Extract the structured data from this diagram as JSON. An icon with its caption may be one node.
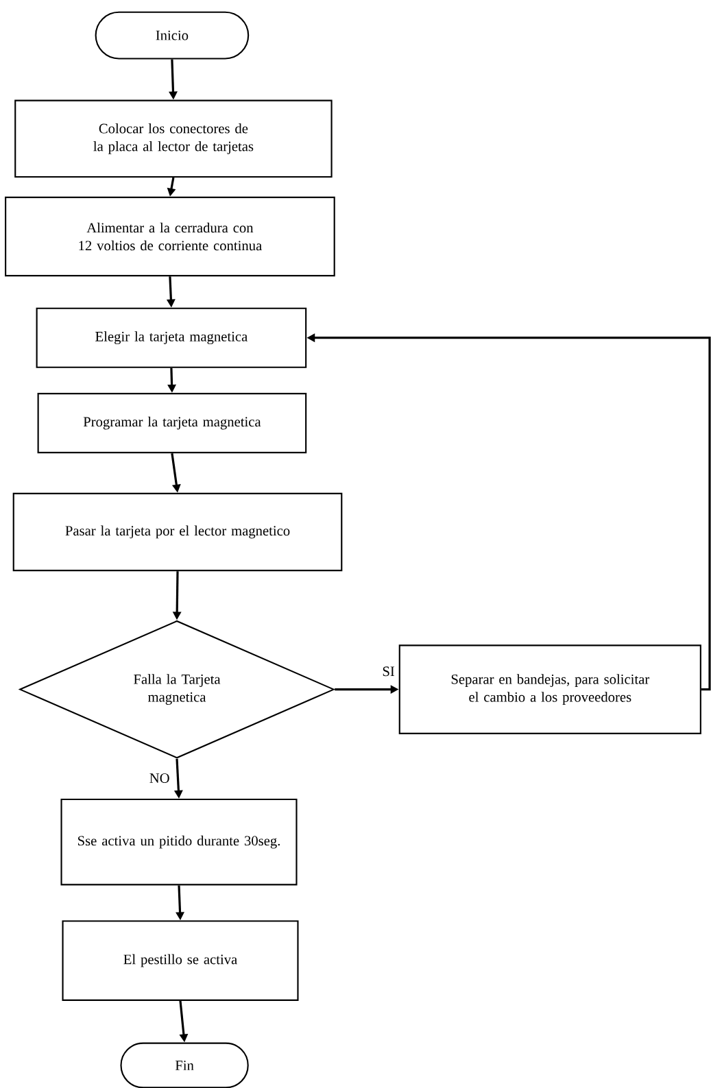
{
  "diagram": {
    "nodes": [
      {
        "text": [
          "Inicio"
        ]
      },
      {
        "text": [
          "Colocar los conectores de la placa al lector de tarjetas"
        ]
      },
      {
        "text": [
          "Alimentar a la cerradura con 12 voltios de corriente continua"
        ]
      },
      {
        "text": [
          "Elegir la tarjeta magnetica"
        ]
      },
      {
        "text": [
          "Programar la tarjeta magnetica"
        ]
      },
      {
        "text": [
          "Pasar la tarjeta por el lector magnetico"
        ]
      },
      {
        "text": [
          "Falla la Tarjeta magnetica"
        ]
      },
      {
        "text": [
          "Separar en bandejas, para solicitar el cambio a los proveedores"
        ]
      },
      {
        "text": [
          "Sse activa un pitido durante 30seg."
        ]
      },
      {
        "text": [
          "El pestillo se activa"
        ]
      },
      {
        "text": [
          "Fin"
        ]
      }
    ],
    "edges": [
      {
        "from": 0,
        "to": 1,
        "arrow": "to"
      },
      {
        "from": 1,
        "to": 2,
        "arrow": "to"
      },
      {
        "from": 2,
        "to": 3,
        "arrow": "to"
      },
      {
        "from": 3,
        "to": 4,
        "arrow": "to"
      },
      {
        "from": 4,
        "to": 5,
        "arrow": "to"
      },
      {
        "from": 5,
        "to": 6,
        "arrow": "to"
      },
      {
        "from": 6,
        "to": 7,
        "arrow": "to",
        "label": "SI"
      },
      {
        "from": 6,
        "to": 8,
        "arrow": "to",
        "label": "NO"
      },
      {
        "from": 8,
        "to": 9,
        "arrow": "to"
      },
      {
        "from": 9,
        "to": 10,
        "arrow": "to"
      },
      {
        "from": 7,
        "to": 3,
        "arrow": "to"
      }
    ]
  }
}
